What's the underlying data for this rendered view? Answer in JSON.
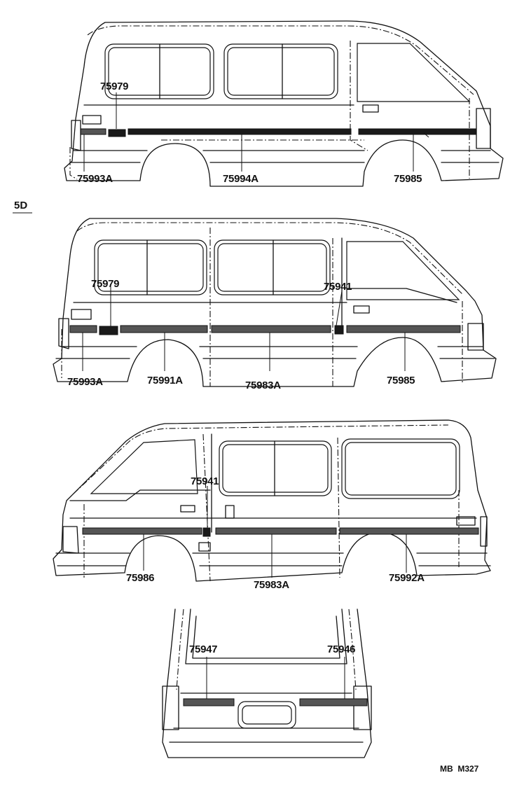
{
  "section_label": "5D",
  "footer_code": "MB  M327",
  "views": {
    "top": {
      "labels": [
        "75979",
        "75993A",
        "75994A",
        "75985"
      ]
    },
    "middle": {
      "labels": [
        "75979",
        "75941",
        "75993A",
        "75991A",
        "75983A",
        "75985"
      ]
    },
    "lower": {
      "labels": [
        "75941",
        "75986",
        "75983A",
        "75992A"
      ]
    },
    "rear": {
      "labels": [
        "75947",
        "75946"
      ]
    }
  }
}
